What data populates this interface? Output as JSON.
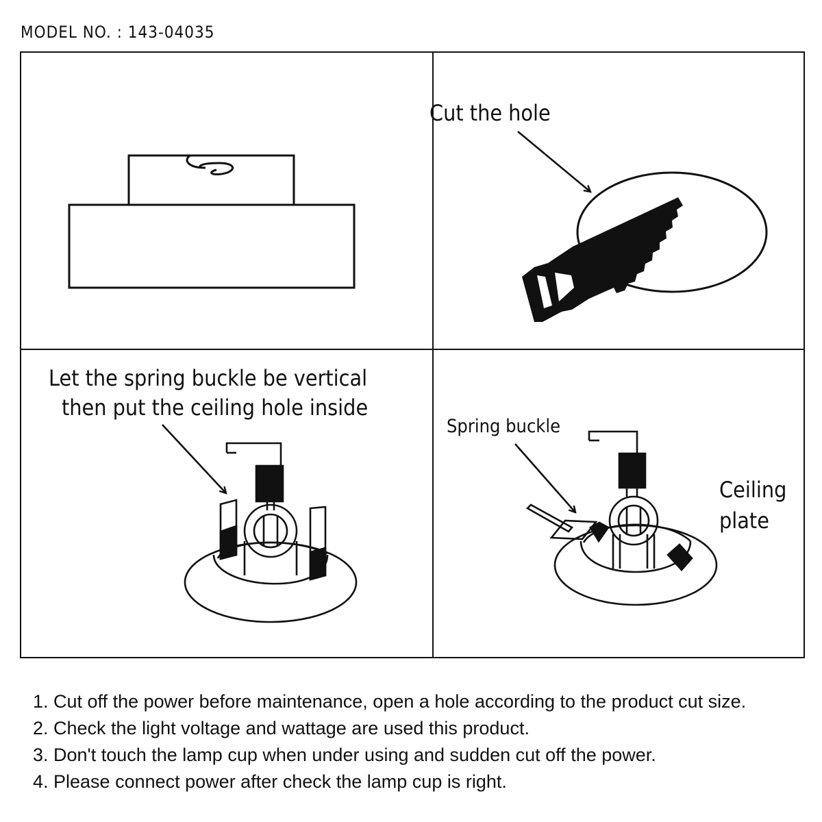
{
  "header": {
    "model_label": "MODEL NO. : 143-04035"
  },
  "panels": {
    "cut_label": "Cut the hole",
    "vertical_line1": "Let the spring buckle be vertical",
    "vertical_line2": "then put the ceiling hole inside",
    "spring_buckle_label": "Spring buckle",
    "ceiling_label1": "Ceiling",
    "ceiling_label2": "plate"
  },
  "notes": [
    "1. Cut off the power before maintenance, open a hole according to the product cut size.",
    "2. Check the light voltage and wattage are used this product.",
    "3. Don't touch the lamp cup when under using and sudden cut off the power.",
    "4. Please connect power after check the lamp cup is right."
  ]
}
